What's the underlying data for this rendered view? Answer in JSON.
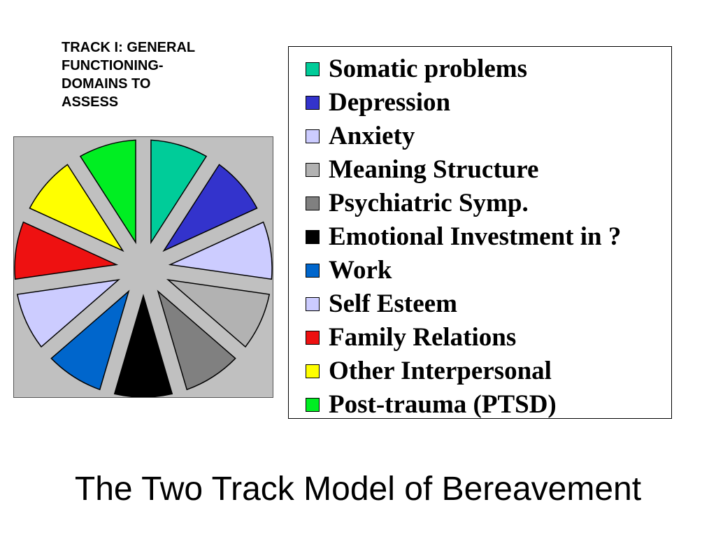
{
  "track_title": "TRACK I: GENERAL\nFUNCTIONING-\nDOMAINS TO\nASSESS",
  "main_title": "The Two Track Model of Bereavement",
  "domains": [
    {
      "label": "Somatic problems",
      "color": "#00cc99"
    },
    {
      "label": "Depression",
      "color": "#3333cc"
    },
    {
      "label": "Anxiety",
      "color": "#ccccff"
    },
    {
      "label": "Meaning Structure",
      "color": "#b2b2b2"
    },
    {
      "label": "Psychiatric Symp.",
      "color": "#808080"
    },
    {
      "label": "Emotional Investment in ?",
      "color": "#000000"
    },
    {
      "label": "Work",
      "color": "#0066cc"
    },
    {
      "label": "Self Esteem",
      "color": "#ccccff"
    },
    {
      "label": "Family Relations",
      "color": "#ee1111"
    },
    {
      "label": "Other Interpersonal",
      "color": "#ffff00"
    },
    {
      "label": "Post-trauma (PTSD)",
      "color": "#00ee22"
    }
  ],
  "wheel_background": "#c0c0c0"
}
